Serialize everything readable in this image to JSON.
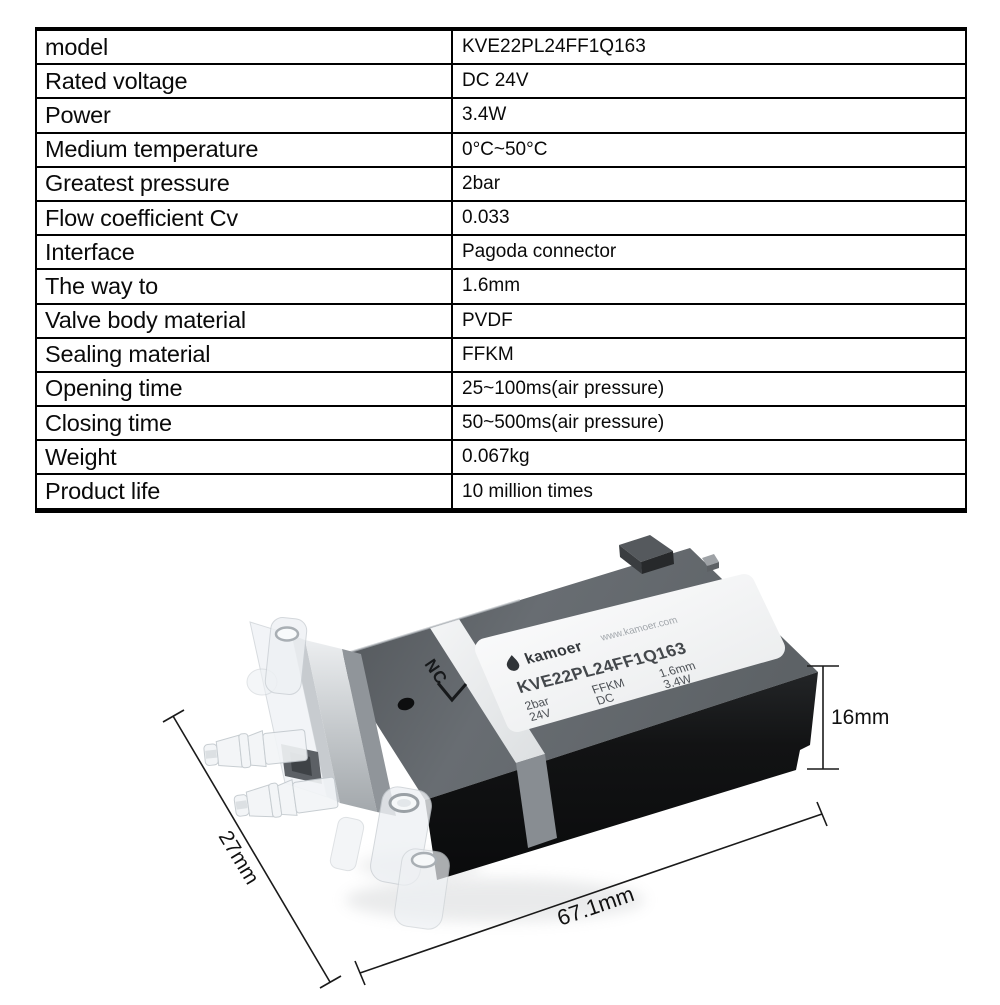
{
  "table": {
    "rows": [
      {
        "label": "model",
        "value": "KVE22PL24FF1Q163"
      },
      {
        "label": "Rated voltage",
        "value": "DC 24V"
      },
      {
        "label": "Power",
        "value": "3.4W"
      },
      {
        "label": "Medium temperature",
        "value": "0°C~50°C"
      },
      {
        "label": "Greatest pressure",
        "value": "2bar"
      },
      {
        "label": "Flow coefficient Cv",
        "value": "0.033"
      },
      {
        "label": "Interface",
        "value": "Pagoda connector"
      },
      {
        "label": "The way to",
        "value": "1.6mm"
      },
      {
        "label": "Valve body material",
        "value": "PVDF"
      },
      {
        "label": "Sealing material",
        "value": "FFKM"
      },
      {
        "label": "Opening time",
        "value": "25~100ms(air pressure)"
      },
      {
        "label": "Closing time",
        "value": "50~500ms(air pressure)"
      },
      {
        "label": "Weight",
        "value": "0.067kg"
      },
      {
        "label": "Product life",
        "value": "10 million times"
      }
    ]
  },
  "product": {
    "brand": "kamoer",
    "website": "www.kamoer.com",
    "model": "KVE22PL24FF1Q163",
    "label_specs_row1": [
      "2bar",
      "FFKM",
      "1.6mm"
    ],
    "label_specs_row2": [
      "24V",
      "DC",
      "3.4W"
    ],
    "port_marking": "NC"
  },
  "dimensions": {
    "height": "16mm",
    "width": "27mm",
    "length": "67.1mm"
  },
  "colors": {
    "table_border": "#000000",
    "body_dark": "#101113",
    "body_top_gray": "#63686d",
    "label_bg": "#f4f5f6",
    "dimension_line": "#1a1a1a"
  }
}
